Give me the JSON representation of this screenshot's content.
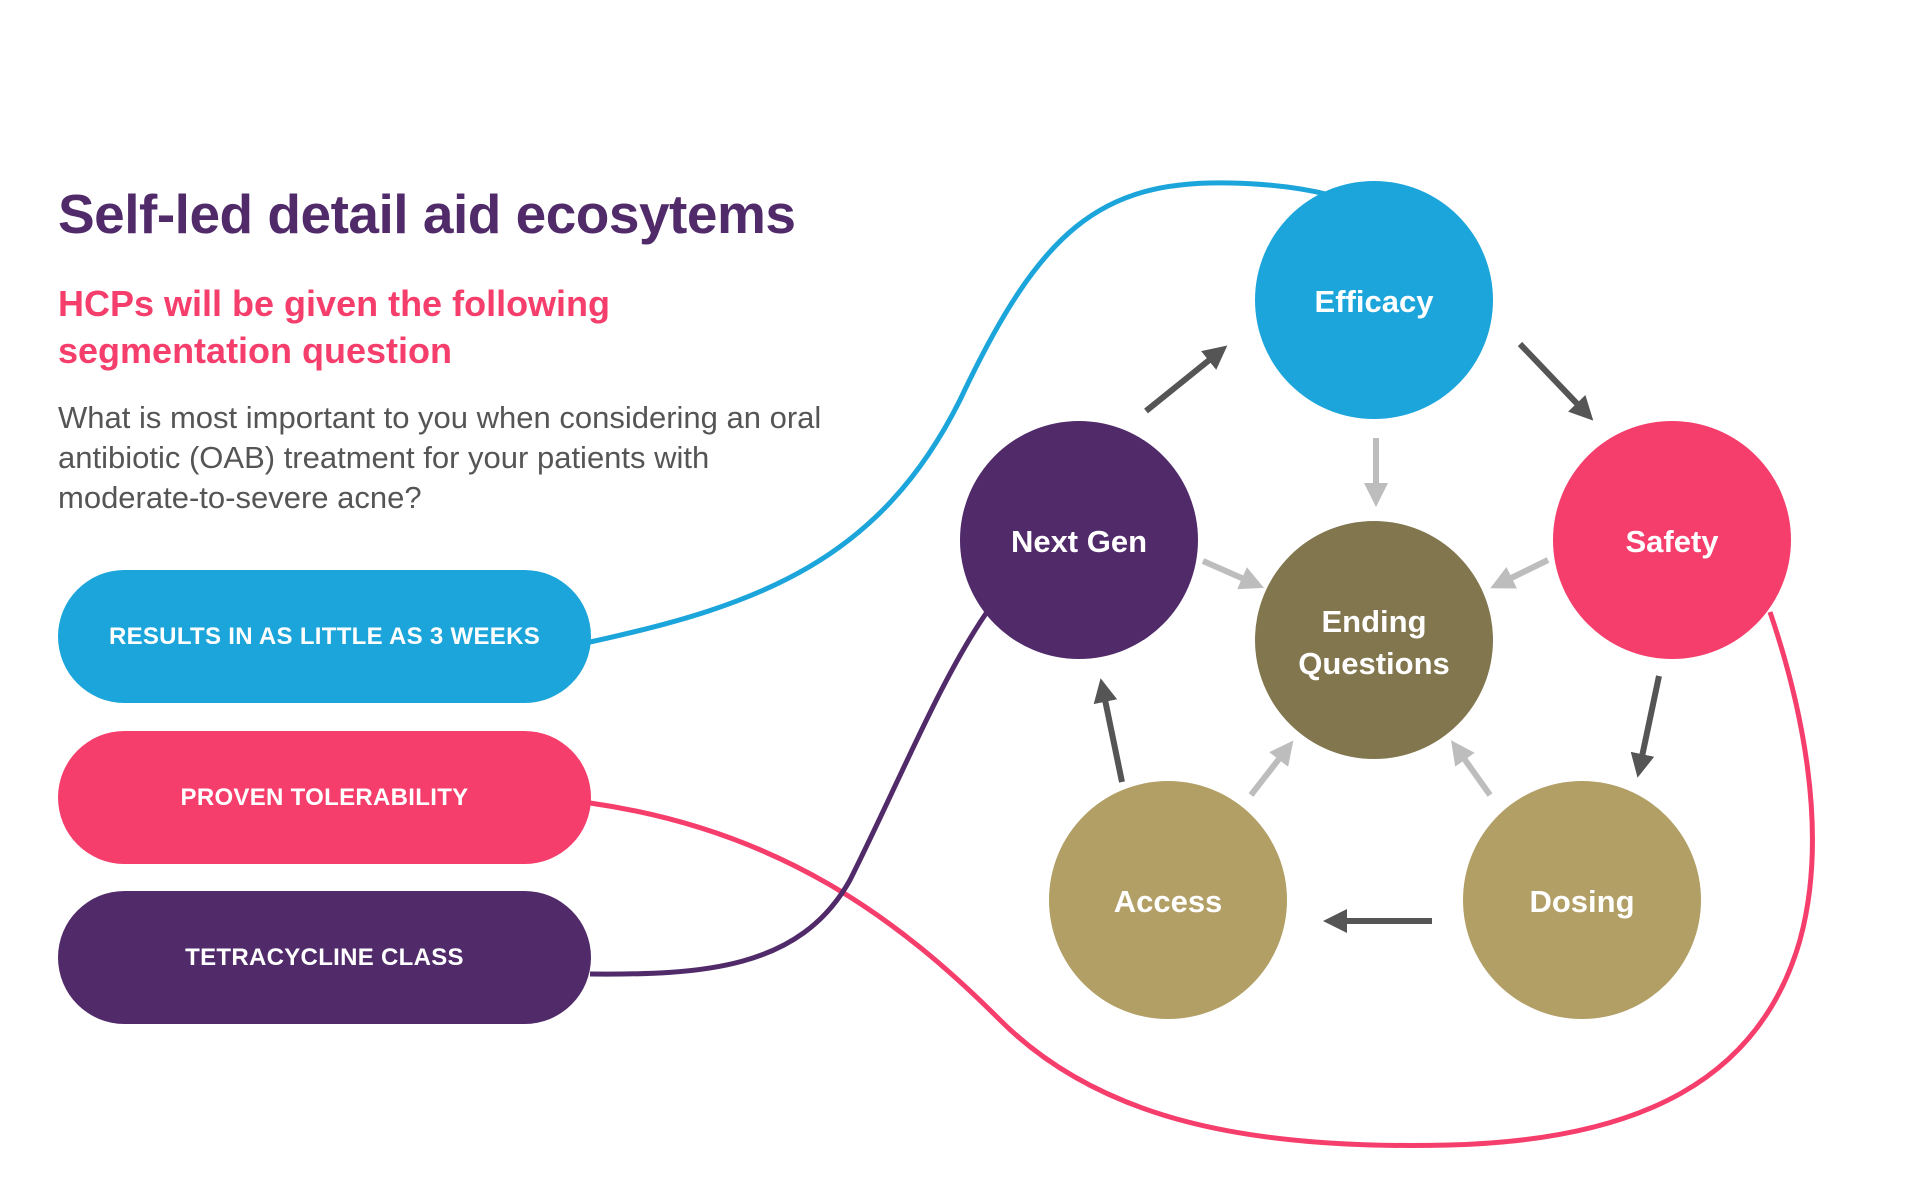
{
  "header": {
    "title": "Self-led detail aid ecosytems",
    "subtitle": "HCPs will be given the following segmentation question",
    "question": "What is most important to you when considering an oral antibiotic (OAB) treatment for your patients with moderate-to-severe acne?"
  },
  "options": [
    {
      "label": "RESULTS IN AS LITTLE AS 3 WEEKS",
      "color": "#1CA5DB",
      "links_to": "Efficacy"
    },
    {
      "label": "PROVEN TOLERABILITY",
      "color": "#F53E6B",
      "links_to": "Safety"
    },
    {
      "label": "TETRACYCLINE CLASS",
      "color": "#512A6A",
      "links_to": "Next Gen"
    }
  ],
  "nodes": {
    "efficacy": {
      "label": "Efficacy",
      "color": "#1CA5DB"
    },
    "safety": {
      "label": "Safety",
      "color": "#F53E6B"
    },
    "dosing": {
      "label": "Dosing",
      "color": "#B29F66"
    },
    "access": {
      "label": "Access",
      "color": "#B29F66"
    },
    "next_gen": {
      "label": "Next Gen",
      "color": "#512A6A"
    },
    "ending": {
      "label_line1": "Ending",
      "label_line2": "Questions",
      "color": "#82764E"
    }
  },
  "flow": [
    "Efficacy",
    "Safety",
    "Dosing",
    "Access",
    "Next Gen",
    "Efficacy"
  ],
  "colors": {
    "cycle_arrow": "#555555",
    "ending_arrow": "#BDBDBD"
  }
}
